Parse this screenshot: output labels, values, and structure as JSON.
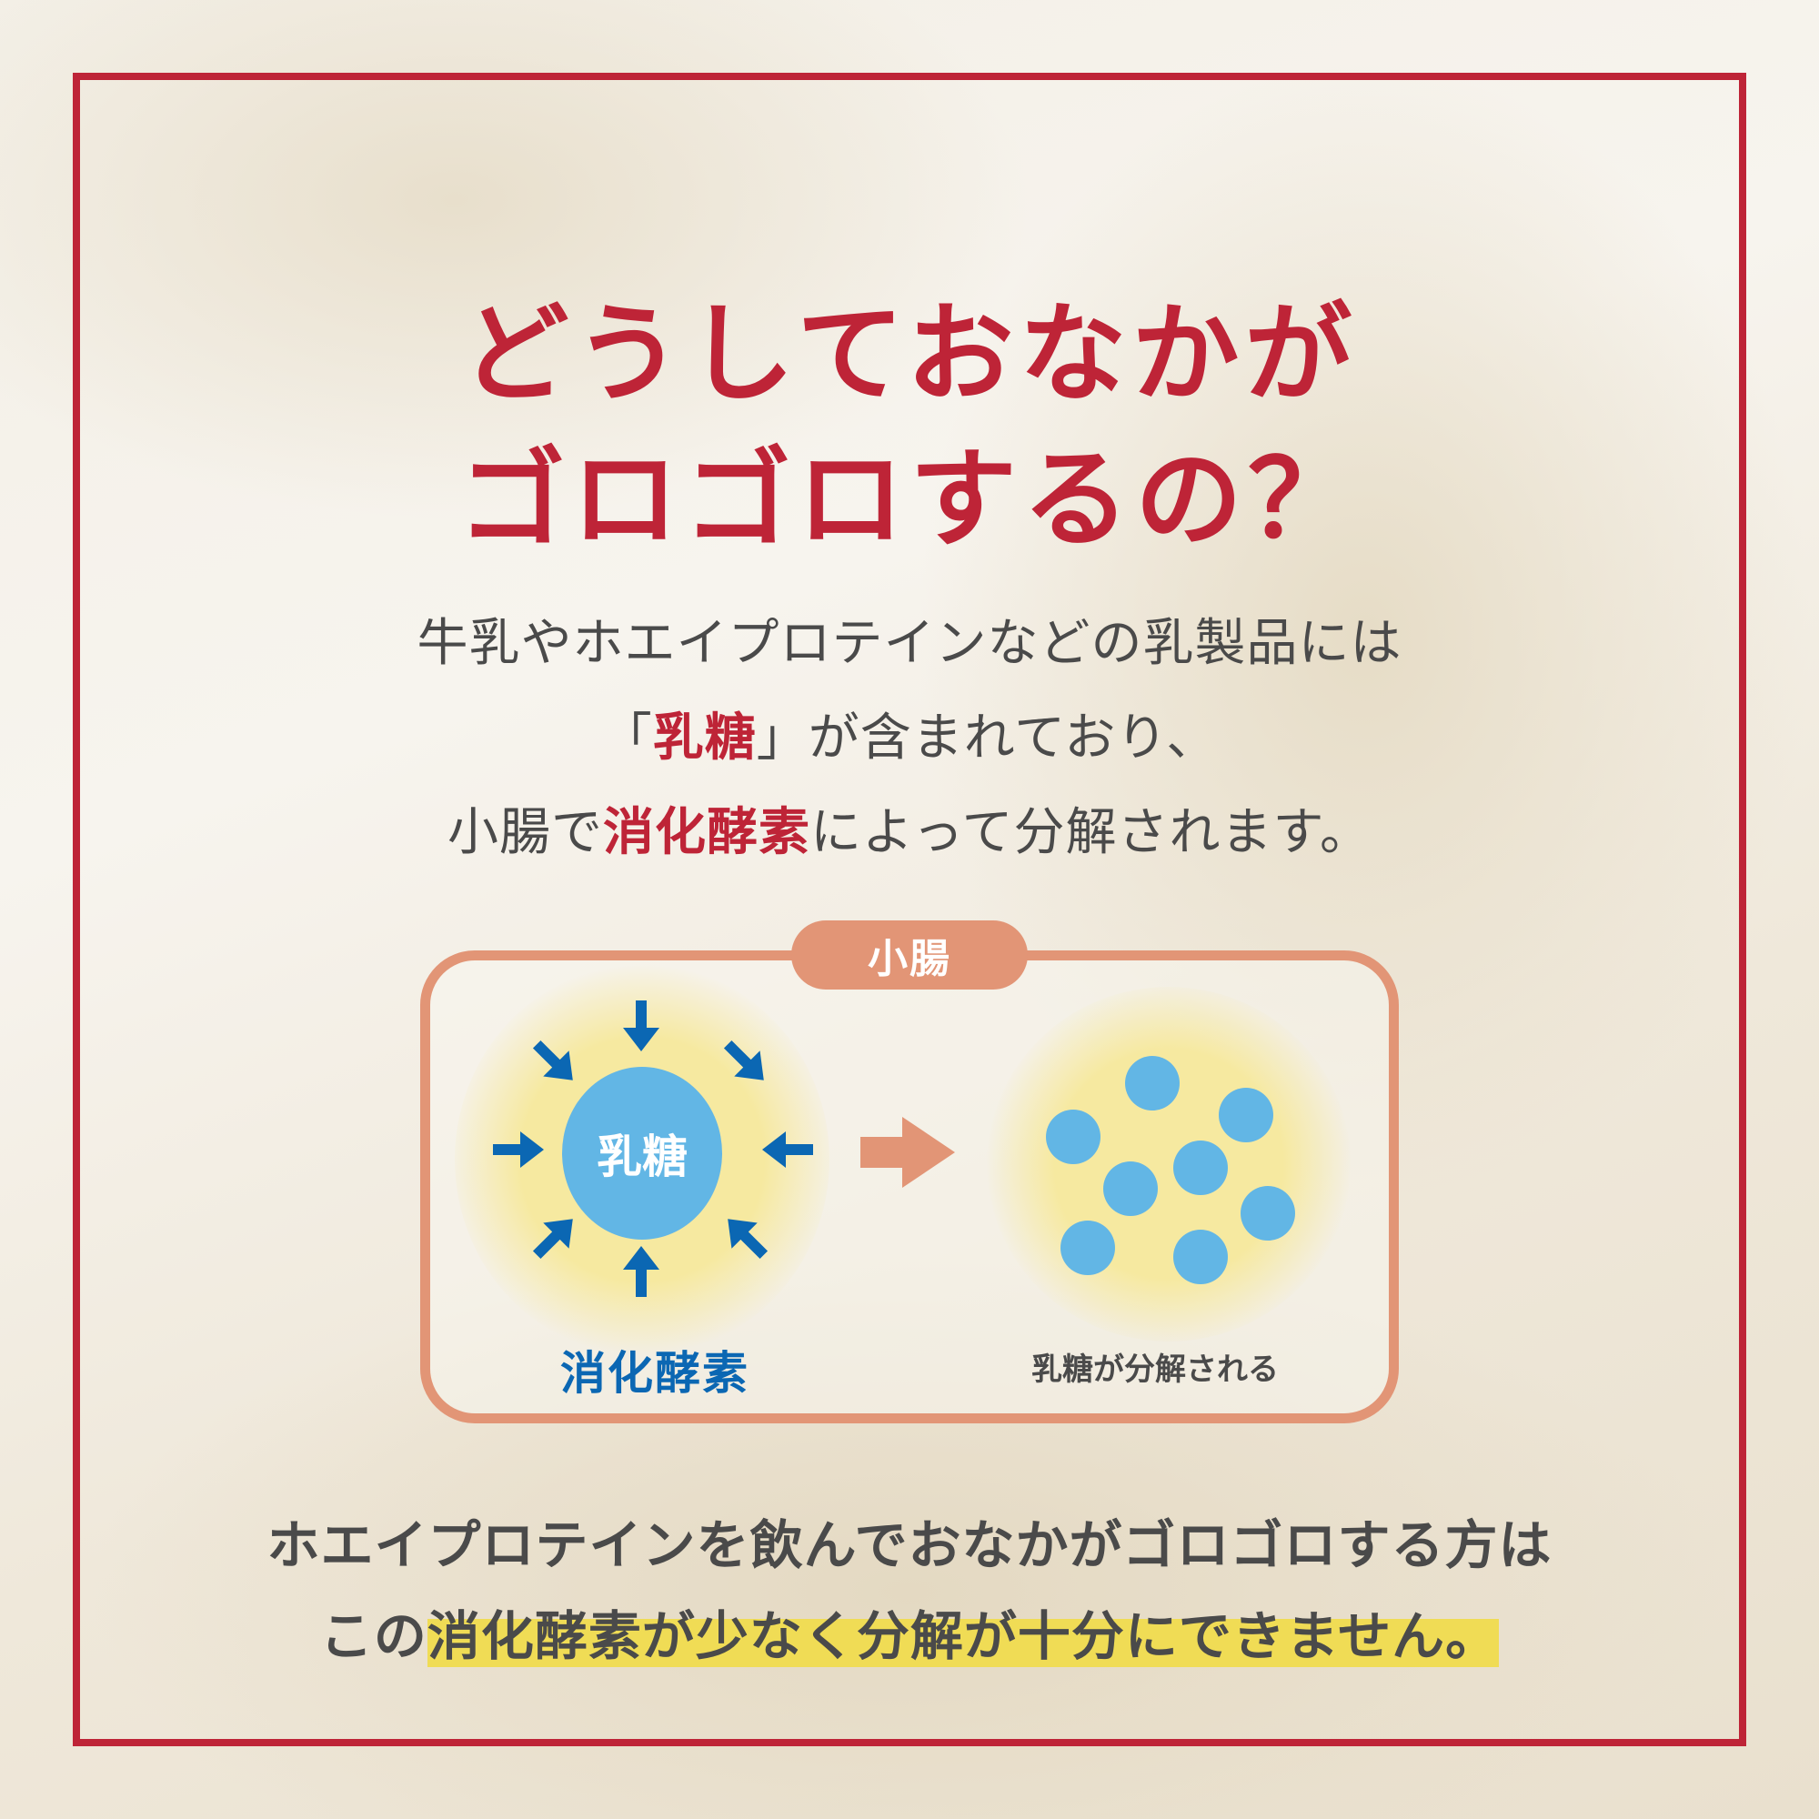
{
  "title": {
    "line1": "どうしておなかが",
    "line2": "ゴロゴロするの？"
  },
  "intro": {
    "line1": "牛乳やホエイプロテインなどの乳製品には",
    "line2_open": "「",
    "line2_highlight": "乳糖",
    "line2_rest": "」が含まれており、",
    "line3_pre": "小腸で",
    "line3_highlight": "消化酵素",
    "line3_rest": "によって分解されます。"
  },
  "diagram": {
    "tag": "小腸",
    "molecule_label": "乳糖",
    "enzyme_label": "消化酵素",
    "result_label": "乳糖が分解される",
    "colors": {
      "border": "#e29576",
      "molecule": "#62b6e5",
      "enzyme_arrow": "#0b67b3",
      "glow": "#f6e9a0"
    }
  },
  "conclusion": {
    "line1": "ホエイプロテインを飲んでおなかがゴロゴロする方は",
    "line2_pre": "この",
    "line2_highlight": "消化酵素が少なく分解が十分にできません。",
    "highlight_color": "#f0dc55"
  },
  "colors": {
    "accent_red": "#be2437",
    "text_gray": "#4a4a4a"
  }
}
